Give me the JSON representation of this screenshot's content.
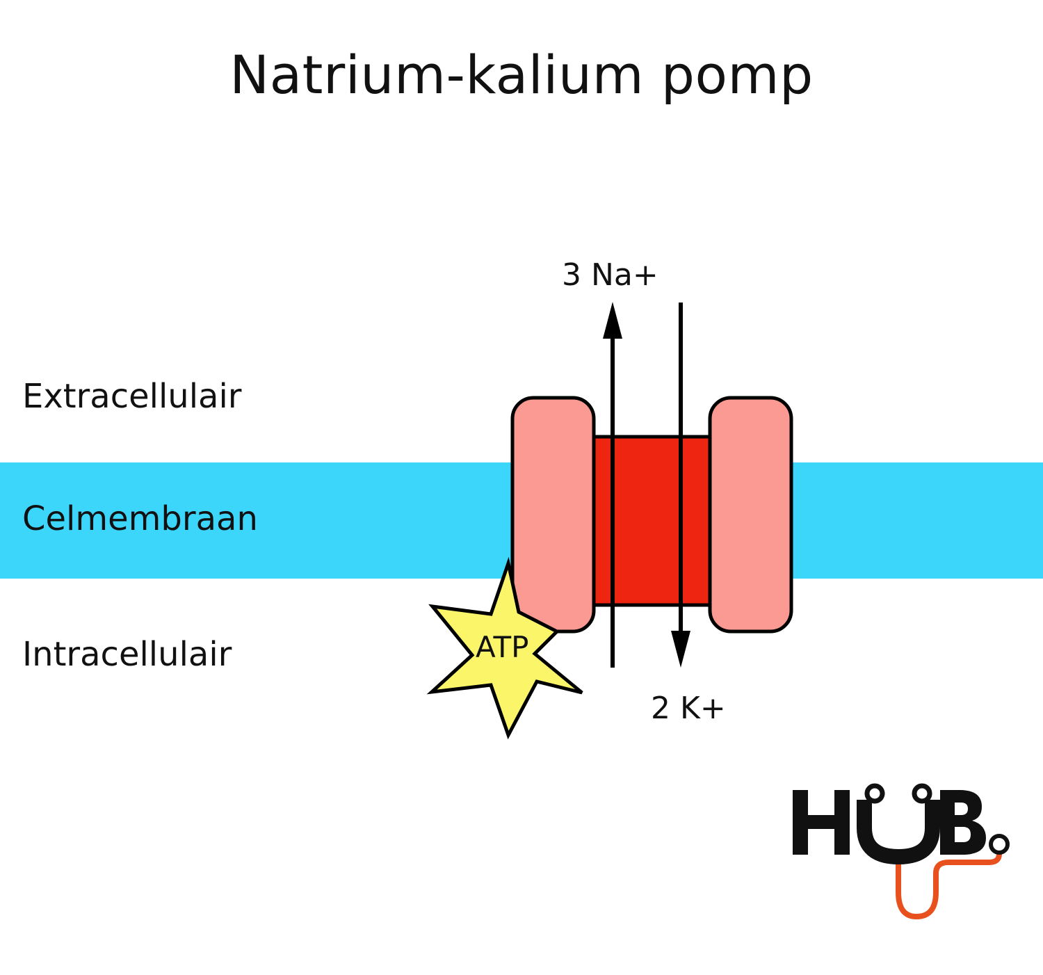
{
  "title": "Natrium-kalium pomp",
  "regions": {
    "extracellular": "Extracellulair",
    "membrane": "Celmembraan",
    "intracellular": "Intracellulair"
  },
  "ions": {
    "sodium": "3 Na+",
    "potassium": "2 K+"
  },
  "energy": "ATP",
  "logo": {
    "text": "HUB"
  },
  "colors": {
    "membrane": "#3dd6fb",
    "pump_subunit": "#fa9a92",
    "pump_channel": "#ee2510",
    "atp_star": "#fbf56a",
    "logo_accent": "#e8501e",
    "text": "#111111"
  }
}
